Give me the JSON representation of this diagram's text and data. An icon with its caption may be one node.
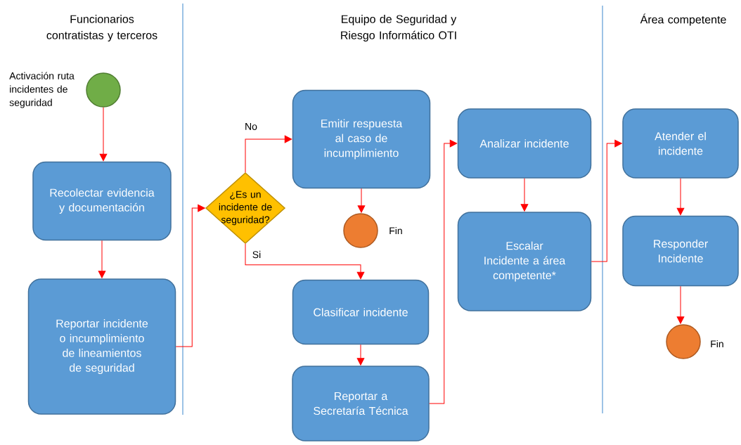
{
  "diagram": {
    "nodes": [
      {
        "text": [],
        "shape": "circle",
        "beside": [
          "Activación ruta incidentes de seguridad"
        ]
      },
      {
        "text": [
          "Recolectar evidencia y documentación"
        ]
      },
      {
        "text": [
          "Reportar incidente o incumplimiento de lineamientos de seguridad"
        ]
      },
      {
        "text": [
          "¿Es un incidente de seguridad?"
        ]
      },
      {
        "text": [
          "Emitir respuesta al caso de incumplimiento"
        ]
      },
      {
        "text": [],
        "shape": "circle",
        "beside": [
          "Fin"
        ]
      },
      {
        "text": [
          "Clasificar incidente"
        ]
      },
      {
        "text": [
          "Reportar a Secretaría Técnica"
        ]
      },
      {
        "text": [
          "Analizar incidente"
        ]
      },
      {
        "text": [
          "Escalar Incidente a área competente*"
        ]
      },
      {
        "text": [
          "Atender el incidente"
        ]
      },
      {
        "text": [
          "Responder Incidente"
        ]
      },
      {
        "text": [],
        "shape": "circle",
        "beside": [
          "Fin"
        ]
      }
    ],
    "edges": [
      {
        "from": 0,
        "to": 1,
        "arrow": "to"
      },
      {
        "from": 1,
        "to": 2,
        "arrow": "to"
      },
      {
        "from": 2,
        "to": 3,
        "arrow": "to"
      },
      {
        "from": 3,
        "to": 4,
        "arrow": "to",
        "label": "No"
      },
      {
        "from": 4,
        "to": 5,
        "arrow": "to"
      },
      {
        "from": 3,
        "to": 6,
        "arrow": "to",
        "label": "Si"
      },
      {
        "from": 6,
        "to": 7,
        "arrow": "to"
      },
      {
        "from": 7,
        "to": 8,
        "arrow": "to"
      },
      {
        "from": 8,
        "to": 9,
        "arrow": "to"
      },
      {
        "from": 9,
        "to": 10,
        "arrow": "to"
      },
      {
        "from": 10,
        "to": 11,
        "arrow": "to"
      },
      {
        "from": 11,
        "to": 12,
        "arrow": "to"
      }
    ],
    "labels": [
      "Funcionarios contratistas y terceros",
      "Equipo de Seguridad y Riesgo Informático OTI",
      "Área competente"
    ]
  }
}
